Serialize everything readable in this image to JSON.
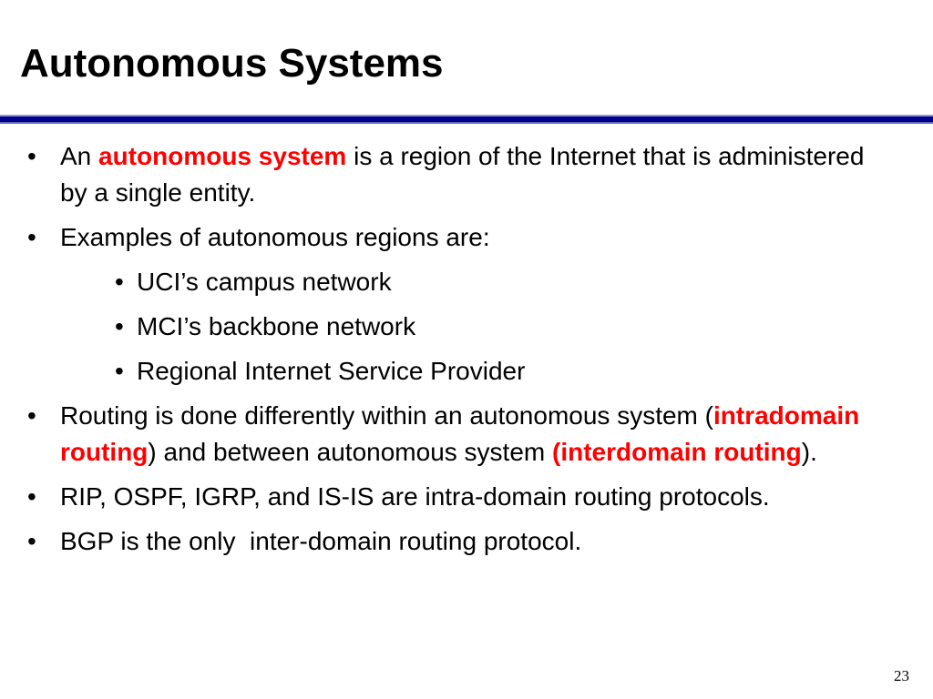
{
  "slide": {
    "title": "Autonomous Systems",
    "page_number": "23",
    "bullet_glyph": "•",
    "accent_color": "#ff0000",
    "rule_color": "#00008e"
  },
  "bullets": {
    "b1": {
      "pre": "An ",
      "em": "autonomous system",
      "post": " is a region of the Internet that is administered by a single entity."
    },
    "b2": {
      "text": "Examples of autonomous regions are:"
    },
    "sub1": "UCI’s campus network",
    "sub2": "MCI’s backbone network",
    "sub3": "Regional Internet Service Provider",
    "b3": {
      "pre": "Routing is done differently within an autonomous system (",
      "em1": "intradomain routing",
      "mid": ") and between autonomous system ",
      "em2": "(interdomain routing",
      "post": ")."
    },
    "b4": {
      "text": "RIP, OSPF, IGRP, and IS-IS are intra-domain routing protocols."
    },
    "b5": {
      "text": "BGP is the only  inter-domain routing protocol."
    }
  }
}
